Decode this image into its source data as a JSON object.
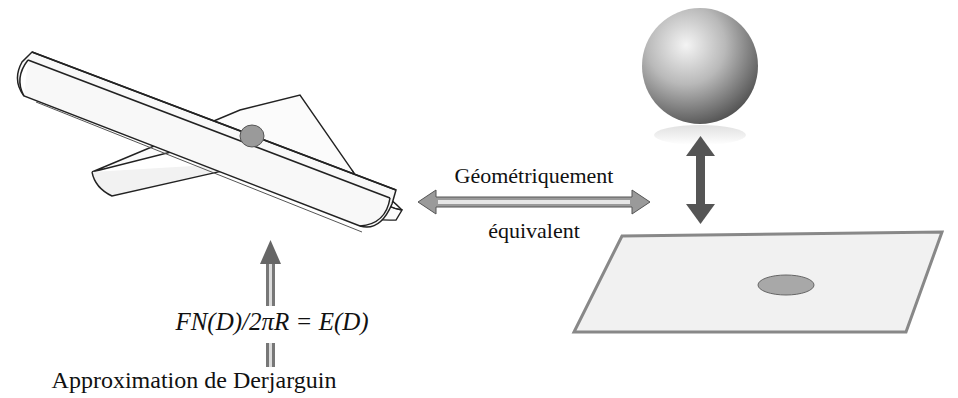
{
  "diagram": {
    "labels": [
      "Géométriquement",
      "équivalent",
      "FN(D)/2πR = E(D)",
      "Approximation de Derjarguin"
    ]
  }
}
